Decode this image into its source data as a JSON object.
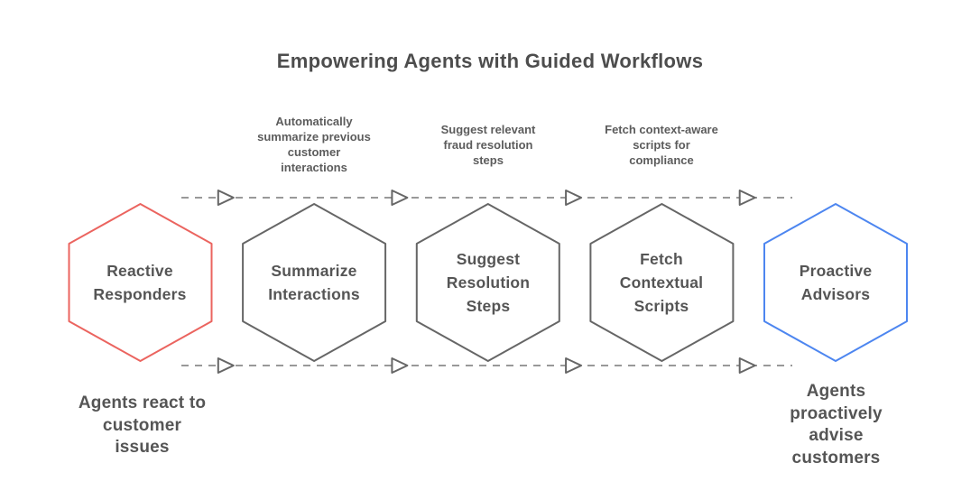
{
  "title": "Empowering Agents with Guided Workflows",
  "diagram": {
    "type": "workflow-hexagon-flow",
    "nodes": [
      {
        "id": "reactive-responders",
        "label_lines": [
          "Reactive",
          "Responders"
        ],
        "outline_color": "#eb645f"
      },
      {
        "id": "summarize-interactions",
        "label_lines": [
          "Summarize",
          "Interactions"
        ],
        "outline_color": "#666666"
      },
      {
        "id": "suggest-resolution-steps",
        "label_lines": [
          "Suggest",
          "Resolution",
          "Steps"
        ],
        "outline_color": "#666666"
      },
      {
        "id": "fetch-contextual-scripts",
        "label_lines": [
          "Fetch",
          "Contextual",
          "Scripts"
        ],
        "outline_color": "#666666"
      },
      {
        "id": "proactive-advisors",
        "label_lines": [
          "Proactive",
          "Advisors"
        ],
        "outline_color": "#4d86f0"
      }
    ],
    "annotations": [
      {
        "lines": [
          "Automatically",
          "summarize previous",
          "customer",
          "interactions"
        ]
      },
      {
        "lines": [
          "Suggest relevant",
          "fraud resolution",
          "steps"
        ]
      },
      {
        "lines": [
          "Fetch context-aware",
          "scripts for",
          "compliance"
        ]
      }
    ],
    "captions": {
      "left": [
        "Agents react to",
        "customer",
        "issues"
      ],
      "right": [
        "Agents",
        "proactively",
        "advise",
        "customers"
      ]
    },
    "colors": {
      "dash": "#999999",
      "arrow_outline": "#666666",
      "arrow_fill": "#ffffff",
      "title_text": "#4d4d4d",
      "node_text": "#555555",
      "annotation_text": "#5c5c5c",
      "caption_text": "#555555"
    }
  }
}
